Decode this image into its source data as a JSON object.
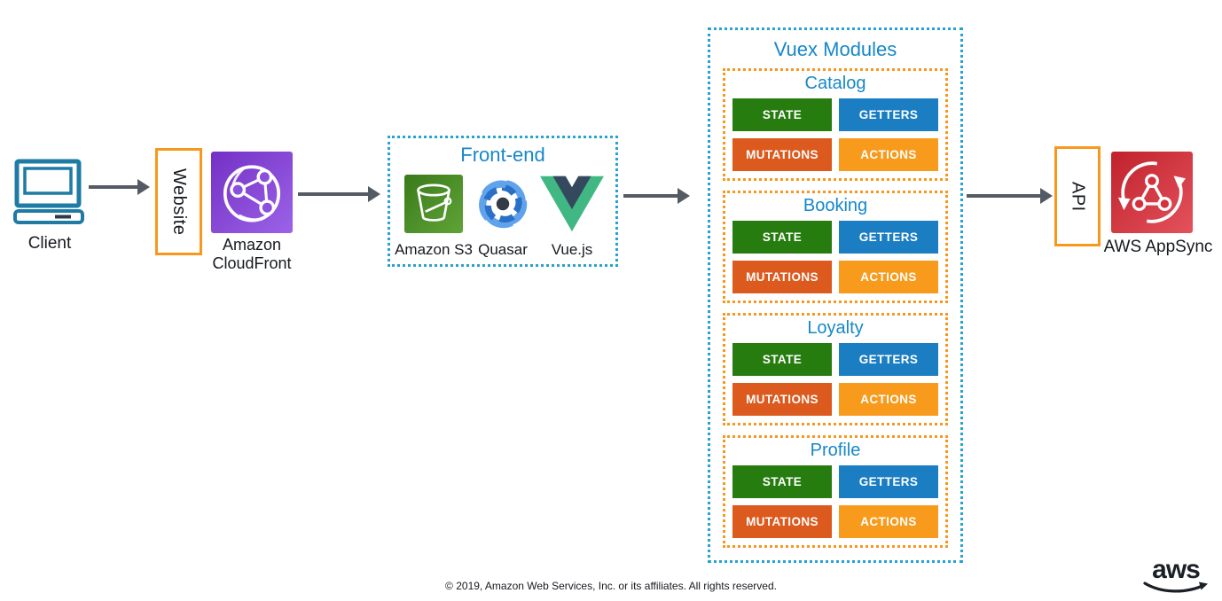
{
  "nodes": {
    "client": {
      "label": "Client"
    },
    "website": {
      "label": "Website"
    },
    "cloudfront": {
      "label_line1": "Amazon",
      "label_line2": "CloudFront"
    },
    "api": {
      "label": "API"
    },
    "appsync": {
      "label": "AWS AppSync"
    }
  },
  "frontend": {
    "title": "Front-end",
    "items": [
      {
        "label": "Amazon S3"
      },
      {
        "label": "Quasar"
      },
      {
        "label": "Vue.js"
      }
    ]
  },
  "vuex": {
    "title": "Vuex Modules",
    "modules": [
      {
        "title": "Catalog"
      },
      {
        "title": "Booking"
      },
      {
        "title": "Loyalty"
      },
      {
        "title": "Profile"
      }
    ],
    "buttons": [
      {
        "label": "STATE",
        "color": "#277C10"
      },
      {
        "label": "GETTERS",
        "color": "#1B7EC2"
      },
      {
        "label": "MUTATIONS",
        "color": "#DC5A1E"
      },
      {
        "label": "ACTIONS",
        "color": "#F89B1C"
      }
    ]
  },
  "footer": {
    "copyright": "© 2019, Amazon Web Services, Inc. or its affiliates. All rights reserved."
  },
  "logo": {
    "text": "aws"
  },
  "colors": {
    "accent_orange": "#F7981D",
    "dotted_teal": "#25A3D3",
    "title_blue": "#1787C9",
    "arrow_gray": "#545B64",
    "state_green": "#277C10",
    "getters_blue": "#1B7EC2",
    "mutations_orange": "#DC5A1E",
    "actions_orange": "#F89B1C"
  }
}
